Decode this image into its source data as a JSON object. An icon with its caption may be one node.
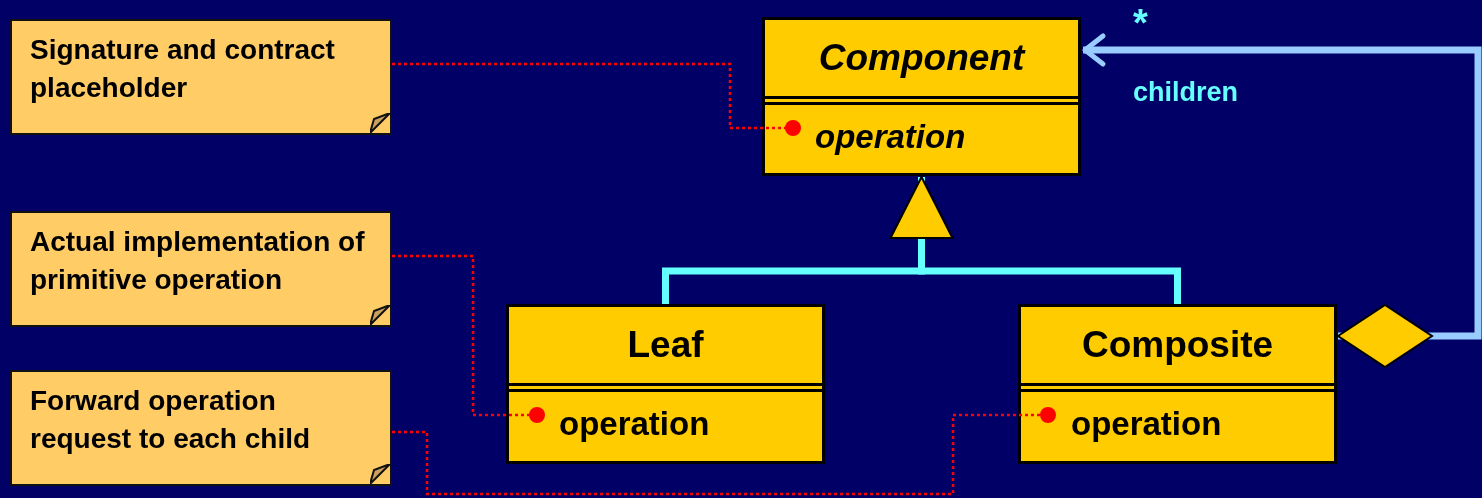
{
  "diagram": {
    "nodes": [
      {
        "text": [
          "Signature and contract placeholder"
        ]
      },
      {
        "text": [
          "Actual implementation of primitive operation"
        ]
      },
      {
        "text": [
          "Forward operation request to each child"
        ]
      },
      {
        "text": [
          "Component",
          "operation"
        ]
      },
      {
        "text": [
          "Leaf",
          "operation"
        ]
      },
      {
        "text": [
          "Composite",
          "operation"
        ]
      }
    ],
    "edges": [
      {
        "from": 0,
        "to": 3,
        "arrow": "other",
        "style": "dashed",
        "color": "#ff0000"
      },
      {
        "from": 1,
        "to": 4,
        "arrow": "other",
        "style": "dashed",
        "color": "#ff0000"
      },
      {
        "from": 2,
        "to": 5,
        "arrow": "other",
        "style": "dashed",
        "color": "#ff0000"
      },
      {
        "from": 4,
        "to": 3,
        "arrow": "to",
        "style": "thick",
        "color": "#66ffff"
      },
      {
        "from": 5,
        "to": 3,
        "arrow": "to",
        "style": "thick",
        "color": "#66ffff"
      },
      {
        "from": 5,
        "to": 3,
        "arrow": "to",
        "label": "children",
        "style": "thick",
        "color": "#99ccff"
      }
    ],
    "labels": [
      "*"
    ]
  }
}
